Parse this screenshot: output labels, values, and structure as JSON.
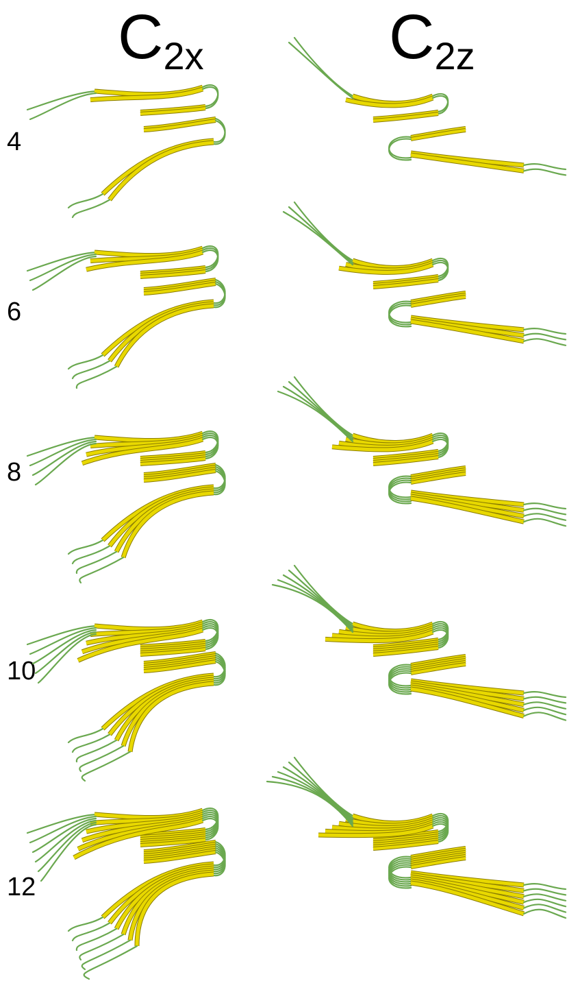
{
  "columns": [
    {
      "base": "C",
      "sub": "2x"
    },
    {
      "base": "C",
      "sub": "2z"
    }
  ],
  "rows": [
    {
      "label": "4",
      "copies": 4
    },
    {
      "label": "6",
      "copies": 6
    },
    {
      "label": "8",
      "copies": 8
    },
    {
      "label": "10",
      "copies": 10
    },
    {
      "label": "12",
      "copies": 12
    }
  ],
  "colors": {
    "strand": "#e8d800",
    "strand_shadow": "#8a7c00",
    "coil": "#6aa84f",
    "text": "#000000",
    "background": "#ffffff"
  }
}
